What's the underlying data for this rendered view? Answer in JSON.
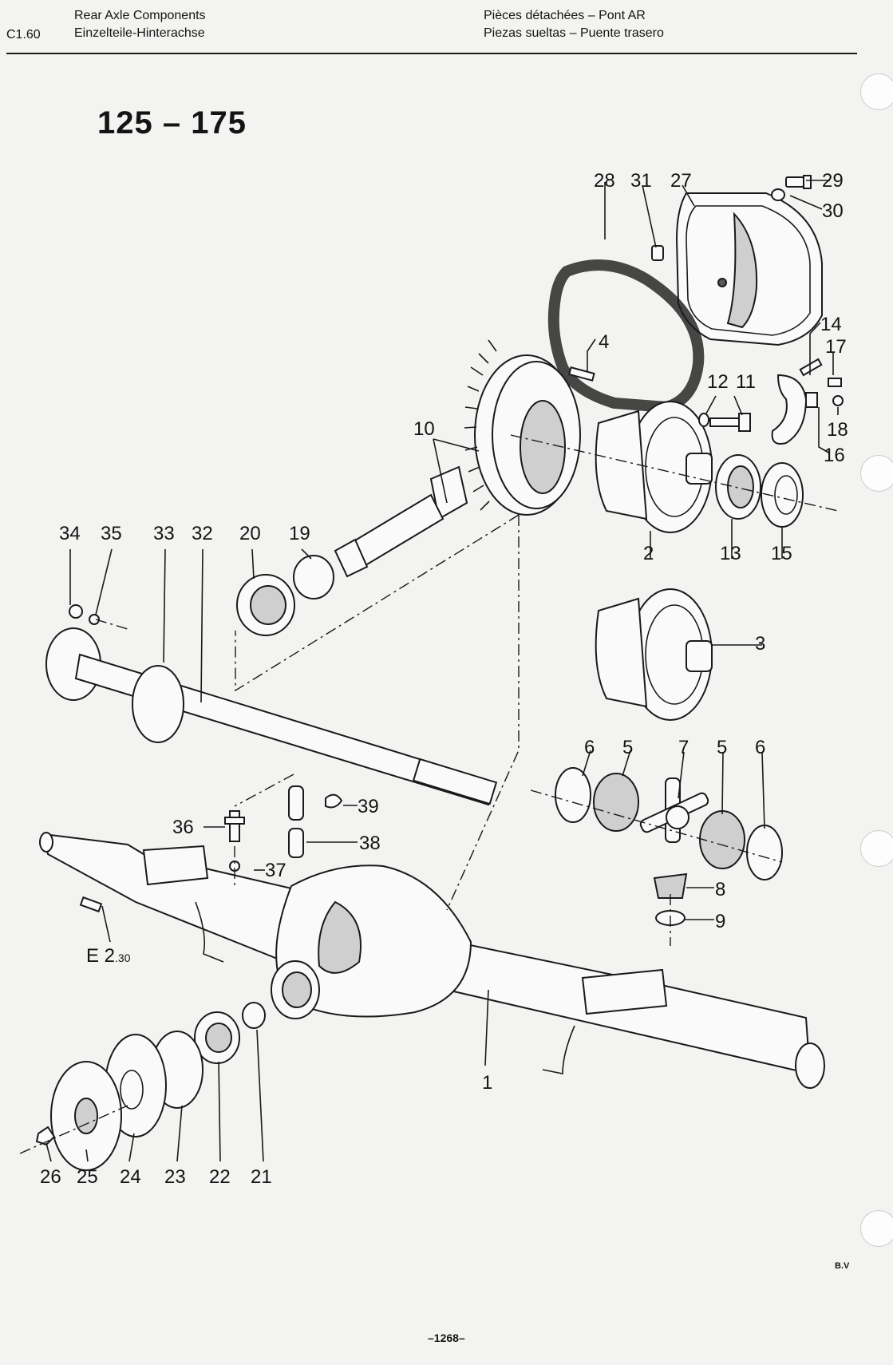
{
  "header": {
    "section": "C1.60",
    "title_en": "Rear Axle Components",
    "title_de": "Einzelteile-Hinterachse",
    "title_fr": "Pièces détachées – Pont AR",
    "title_es": "Piezas sueltas – Puente trasero"
  },
  "model_range": "125 – 175",
  "callouts": {
    "c1": "1",
    "c2": "2",
    "c3": "3",
    "c4": "4",
    "c5a": "5",
    "c5b": "5",
    "c6a": "6",
    "c6b": "6",
    "c7": "7",
    "c8": "8",
    "c9": "9",
    "c10": "10",
    "c11": "11",
    "c12": "12",
    "c13": "13",
    "c14": "14",
    "c15": "15",
    "c16": "16",
    "c17": "17",
    "c18": "18",
    "c19": "19",
    "c20": "20",
    "c21": "21",
    "c22": "22",
    "c23": "23",
    "c24": "24",
    "c25": "25",
    "c26": "26",
    "c27": "27",
    "c28": "28",
    "c29": "29",
    "c30": "30",
    "c31": "31",
    "c32": "32",
    "c33": "33",
    "c34": "34",
    "c35": "35",
    "c36": "36",
    "c37": "37",
    "c38": "38",
    "c39": "39"
  },
  "reference": {
    "main": "E 2",
    "sub": ".30"
  },
  "footer": {
    "page": "–1268–",
    "mark": "B.V"
  }
}
